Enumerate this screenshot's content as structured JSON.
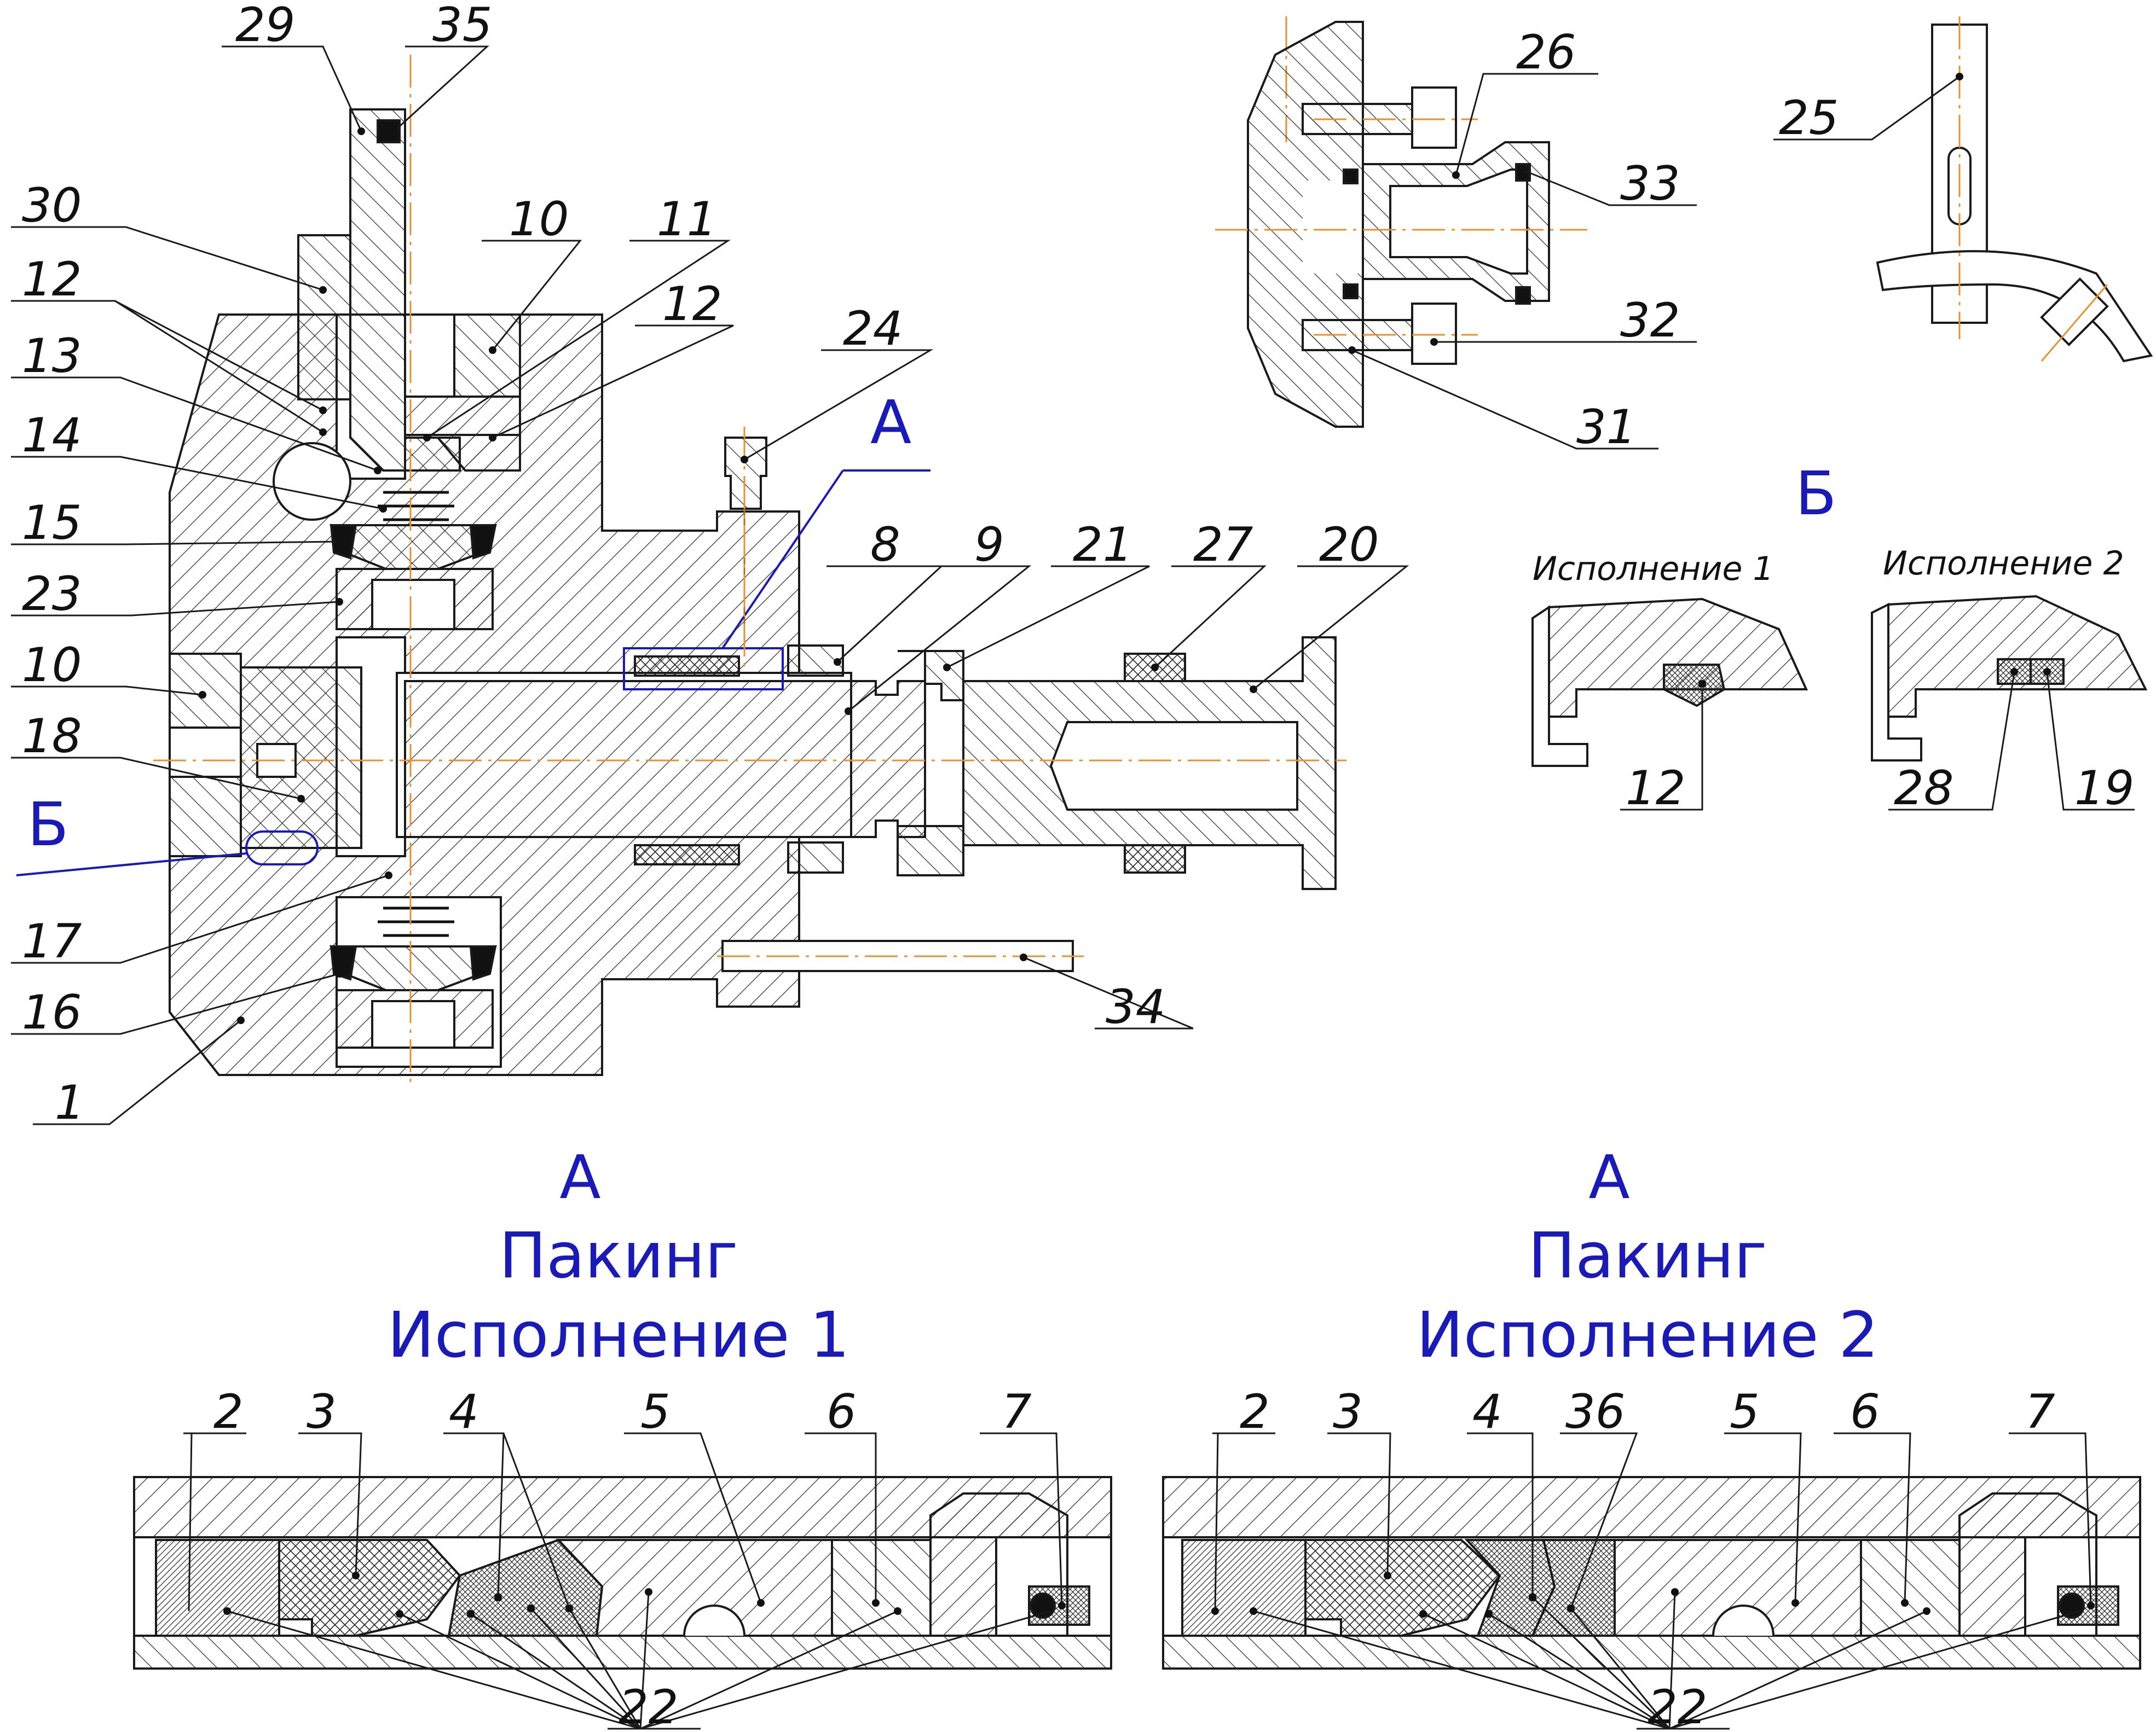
{
  "colors": {
    "ink": "#1a1a1a",
    "axis": "#e8902a",
    "annotation": "#1a1ab8"
  },
  "main": {
    "labels_left": [
      "29",
      "35",
      "30",
      "12",
      "13",
      "14",
      "15",
      "23",
      "10",
      "18",
      "17",
      "16",
      "1"
    ],
    "labels_right": [
      "10",
      "11",
      "12",
      "24",
      "8",
      "9",
      "21",
      "27",
      "20",
      "34"
    ],
    "callout_A": "А",
    "callout_B": "Б"
  },
  "detail_fitting": {
    "labels": [
      "26",
      "33",
      "32",
      "31"
    ]
  },
  "detail_lever": {
    "labels": [
      "25"
    ]
  },
  "detail_B": {
    "title": "Б",
    "variant1": {
      "caption": "Исполнение 1",
      "labels": [
        "12"
      ]
    },
    "variant2": {
      "caption": "Исполнение 2",
      "labels": [
        "28",
        "19"
      ]
    }
  },
  "packing1": {
    "letter": "А",
    "title": "Пакинг",
    "subtitle": "Исполнение 1",
    "labels": [
      "2",
      "3",
      "4",
      "5",
      "6",
      "7"
    ],
    "bottom_label": "22"
  },
  "packing2": {
    "letter": "А",
    "title": "Пакинг",
    "subtitle": "Исполнение 2",
    "labels": [
      "2",
      "3",
      "4",
      "36",
      "5",
      "6",
      "7"
    ],
    "bottom_label": "22"
  }
}
